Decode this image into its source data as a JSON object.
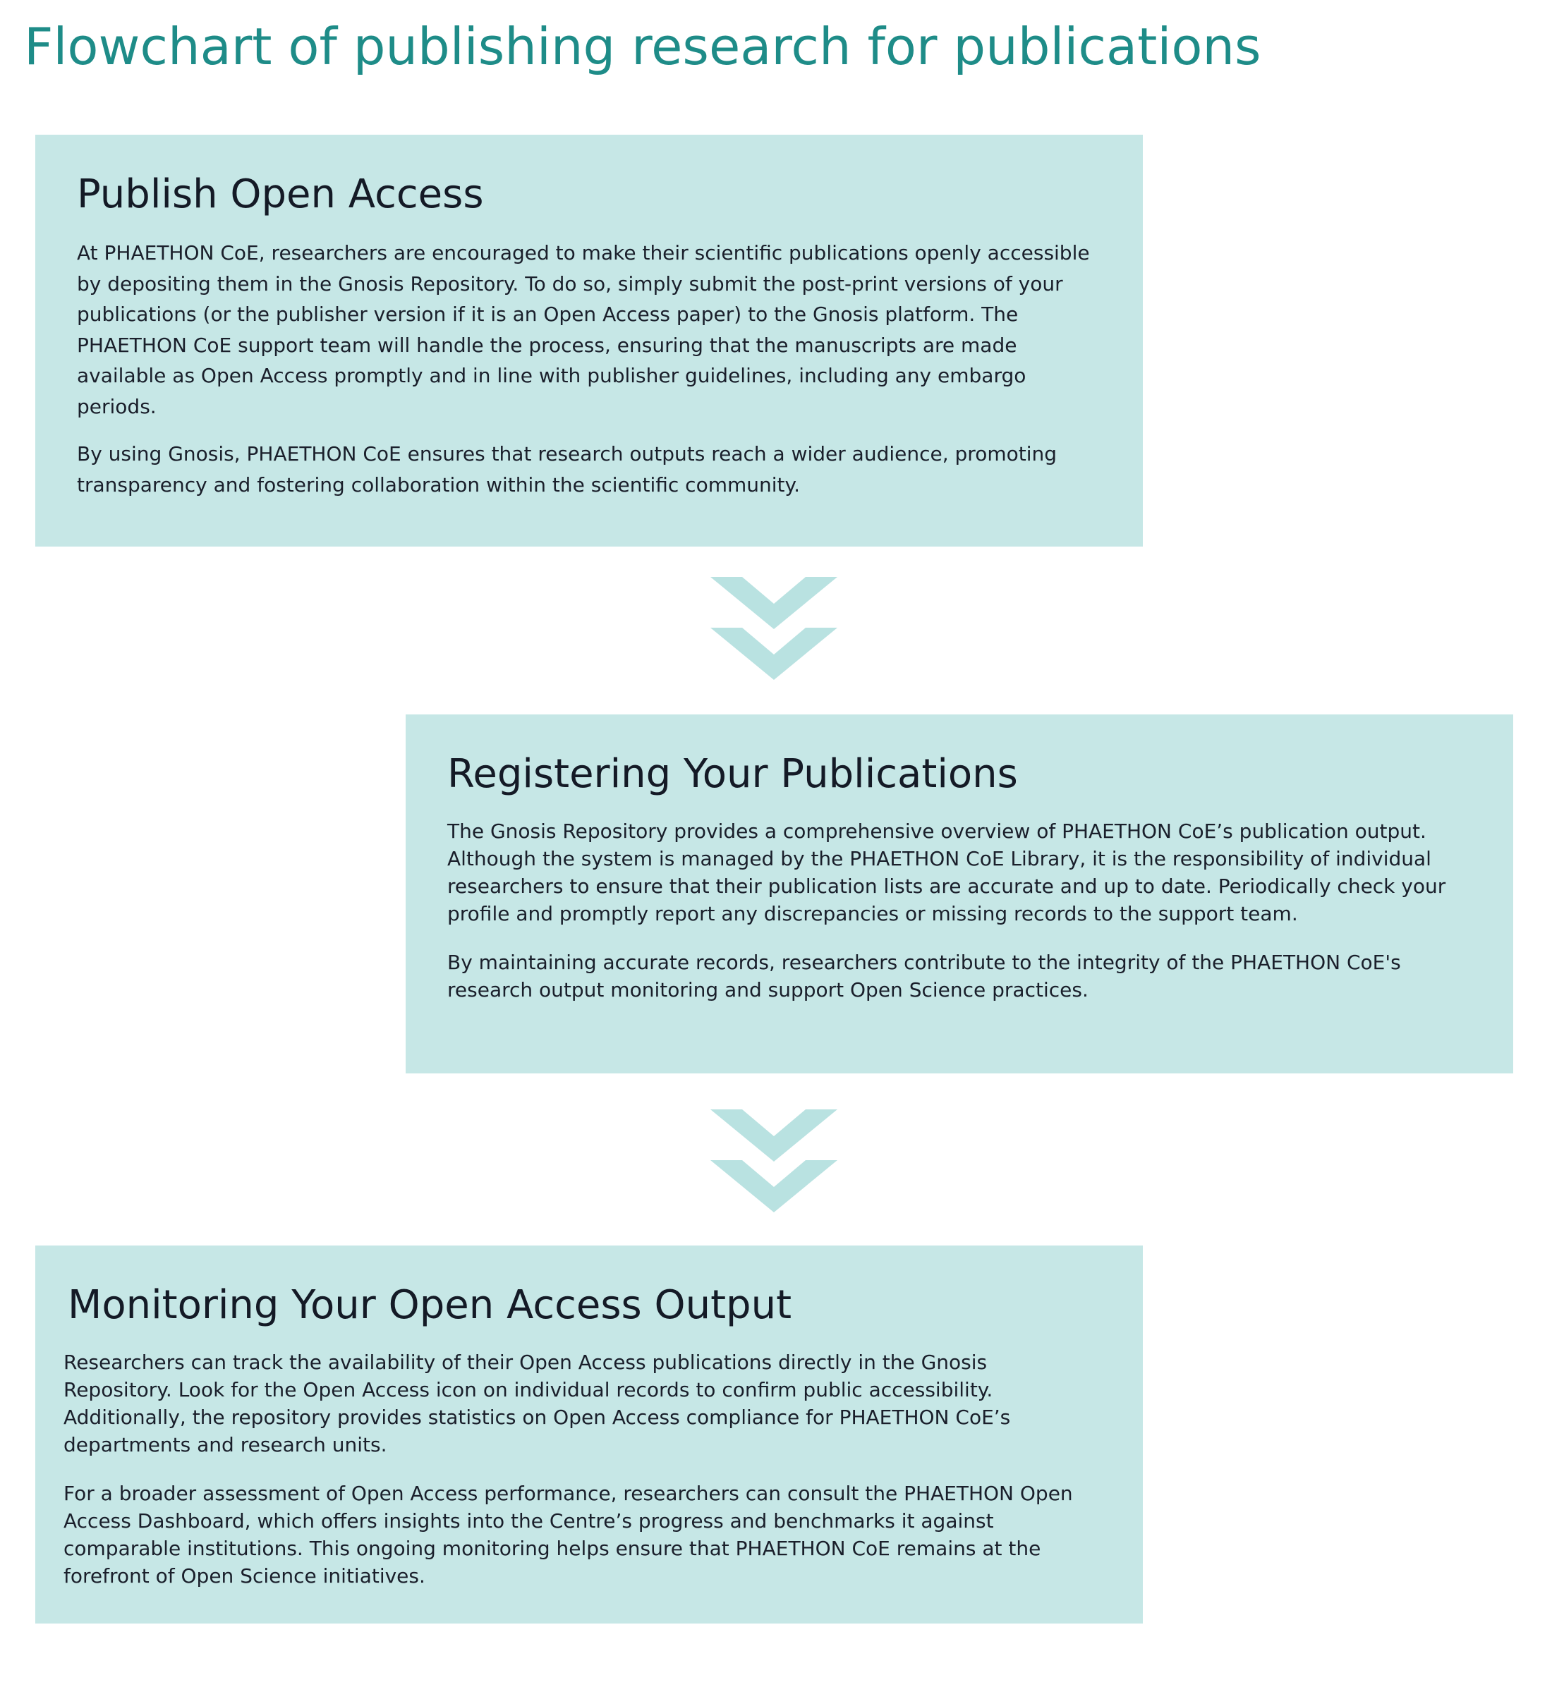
{
  "title": "Flowchart of publishing research for publications",
  "colors": {
    "title": "#1e8c88",
    "box_fill": "#c6e7e6",
    "arrow_fill": "#b9e2e1",
    "text": "#1a1f2b"
  },
  "steps": [
    {
      "heading": "Publish Open Access",
      "paragraphs": [
        "At PHAETHON CoE, researchers are encouraged to make their scientific publications openly accessible by depositing them in the Gnosis Repository. To do so, simply submit the post-print versions of your publications (or the publisher version if it is an Open Access paper) to the Gnosis platform. The PHAETHON CoE support team will handle the process, ensuring that the manuscripts are made available as Open Access promptly and in line with publisher guidelines, including any embargo periods.",
        "By using Gnosis, PHAETHON CoE ensures that research outputs reach a wider audience, promoting transparency and fostering collaboration within the scientific community."
      ]
    },
    {
      "heading": "Registering Your Publications",
      "paragraphs": [
        "The Gnosis Repository provides a comprehensive overview of PHAETHON CoE’s publication output. Although the system is managed by the PHAETHON CoE Library, it is the responsibility of individual researchers to ensure that their publication lists are accurate and up to date. Periodically check your profile and promptly report any discrepancies or missing records to the support team.",
        "By maintaining accurate records, researchers contribute to the integrity of the PHAETHON CoE's research output monitoring and support Open Science practices."
      ]
    },
    {
      "heading": "Monitoring Your Open Access Output",
      "paragraphs": [
        "Researchers can track the availability of their Open Access publications directly in the Gnosis Repository. Look for the Open Access icon on individual records to confirm public accessibility. Additionally, the repository provides statistics on Open Access compliance for PHAETHON CoE’s departments and research units.",
        "For a broader assessment of Open Access performance, researchers can consult the PHAETHON Open Access Dashboard, which offers insights into the Centre’s progress and benchmarks it against comparable institutions. This ongoing monitoring helps ensure that PHAETHON CoE remains at the forefront of Open Science initiatives."
      ]
    }
  ],
  "connectors": [
    {
      "icon": "double-chevron-down-icon"
    },
    {
      "icon": "double-chevron-down-icon"
    }
  ]
}
